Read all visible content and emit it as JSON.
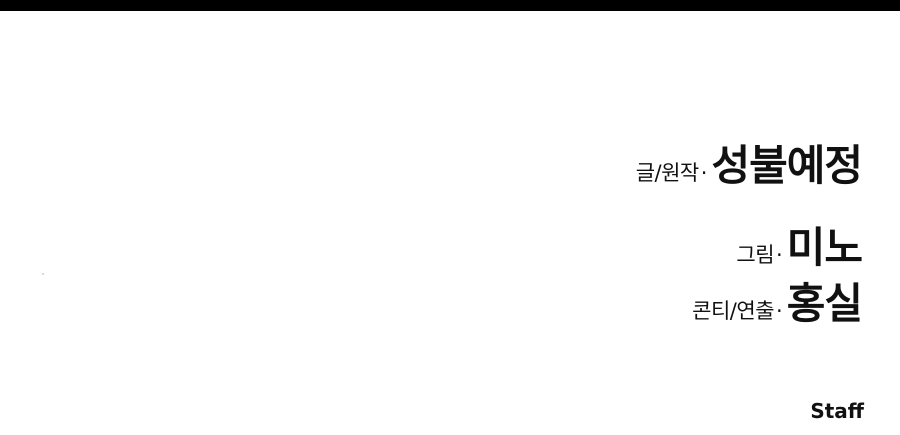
{
  "credits": [
    {
      "label": "글/원작",
      "separator": "·",
      "name": "성불예정"
    },
    {
      "label": "그림",
      "separator": "·",
      "name": "미노"
    },
    {
      "label": "콘티/연출",
      "separator": "·",
      "name": "홍실"
    }
  ],
  "footer": {
    "staff_label": "Staff"
  },
  "colors": {
    "background": "#ffffff",
    "top_bar": "#000000",
    "text": "#111111"
  }
}
